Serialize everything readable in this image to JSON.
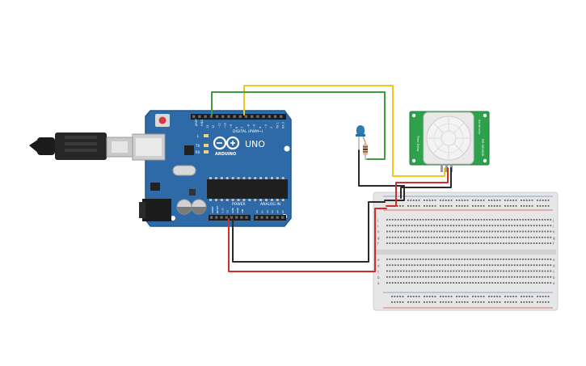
{
  "arduino": {
    "logo_text": "UNO",
    "brand": "ARDUINO",
    "digital_label": "DIGITAL (PWM~)",
    "power_label": "POWER",
    "analog_label": "ANALOG IN",
    "tx_label": "TX",
    "rx_label": "RX",
    "l_label": "L",
    "on_label": "ON",
    "aref_label": "AREF",
    "gnd_label": "GND",
    "digital_pins": [
      "13",
      "12",
      "~11",
      "~10",
      "~9",
      "8",
      "7",
      "~6",
      "~5",
      "4",
      "~3",
      "2",
      "TX 1",
      "RX 0"
    ],
    "power_pins": [
      "IOREF",
      "RESET",
      "3.3V",
      "5V",
      "GND",
      "GND",
      "VIN"
    ],
    "analog_pins": [
      "A0",
      "A1",
      "A2",
      "A3",
      "A4",
      "A5"
    ]
  },
  "pir_sensor": {
    "label_top": "Sensitivity",
    "label_side": "Time Delay",
    "label_bottom": "PIR SENSOR"
  },
  "breadboard": {
    "row_letters_top": [
      "j",
      "i",
      "h",
      "g",
      "f"
    ],
    "row_letters_bottom": [
      "e",
      "d",
      "c",
      "b",
      "a"
    ]
  },
  "colors": {
    "board": "#2f6aa8",
    "wire_yellow": "#f2c81d",
    "wire_green": "#3f9c3f",
    "wire_red": "#d62b2b",
    "wire_black": "#2a2a2a",
    "pir_pcb": "#2ea24a",
    "led_body": "#2d7bb5"
  }
}
